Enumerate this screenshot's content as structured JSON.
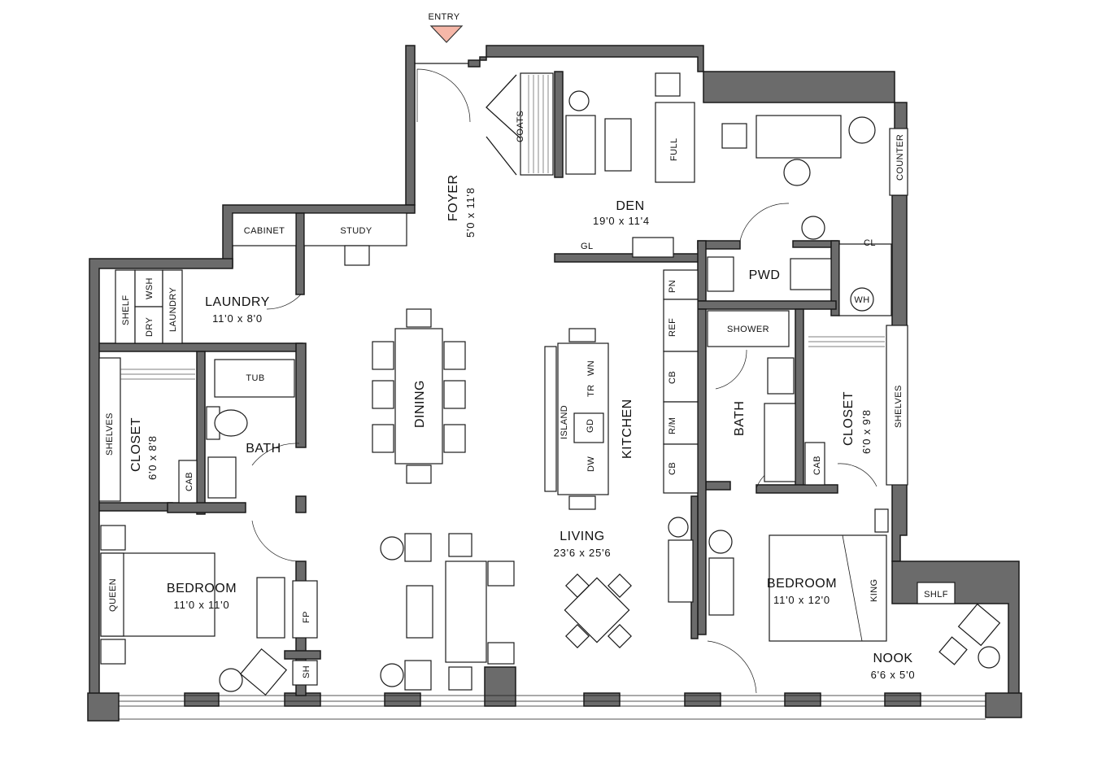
{
  "entry": "ENTRY",
  "rooms": {
    "foyer": {
      "name": "FOYER",
      "dim": "5'0 x 11'8"
    },
    "den": {
      "name": "DEN",
      "dim": "19'0 x 11'4"
    },
    "laundry": {
      "name": "LAUNDRY",
      "dim": "11'0 x 8'0"
    },
    "dining": {
      "name": "DINING"
    },
    "kitchen": {
      "name": "KITCHEN"
    },
    "living": {
      "name": "LIVING",
      "dim": "23'6 x 25'6"
    },
    "pwd": {
      "name": "PWD"
    },
    "bath_left": {
      "name": "BATH"
    },
    "bath_right": {
      "name": "BATH"
    },
    "closet_left": {
      "name": "CLOSET",
      "dim": "6'0 x 8'8"
    },
    "closet_right": {
      "name": "CLOSET",
      "dim": "6'0 x 9'8"
    },
    "bedroom_left": {
      "name": "BEDROOM",
      "dim": "11'0 x 11'0"
    },
    "bedroom_right": {
      "name": "BEDROOM",
      "dim": "11'0 x 12'0"
    },
    "nook": {
      "name": "NOOK",
      "dim": "6'6 x 5'0"
    }
  },
  "labels": {
    "coats": "COATS",
    "full": "FULL",
    "counter": "COUNTER",
    "gl": "GL",
    "cl": "CL",
    "wh": "WH",
    "cabinet": "CABINET",
    "study": "STUDY",
    "shelf": "SHELF",
    "wsh": "WSH",
    "dry": "DRY",
    "laundry_small": "LAUNDRY",
    "tub": "TUB",
    "shelves_left": "SHELVES",
    "shelves_right": "SHELVES",
    "cab_left": "CAB",
    "cab_right": "CAB",
    "queen": "QUEEN",
    "king": "KING",
    "fp": "FP",
    "sh": "SH",
    "island": "ISLAND",
    "wn": "WN",
    "tr": "TR",
    "gd": "GD",
    "dw": "DW",
    "pn": "PN",
    "ref": "REF",
    "cb1": "CB",
    "rm": "R/M",
    "cb2": "CB",
    "shower": "SHOWER",
    "shlf": "SHLF"
  }
}
